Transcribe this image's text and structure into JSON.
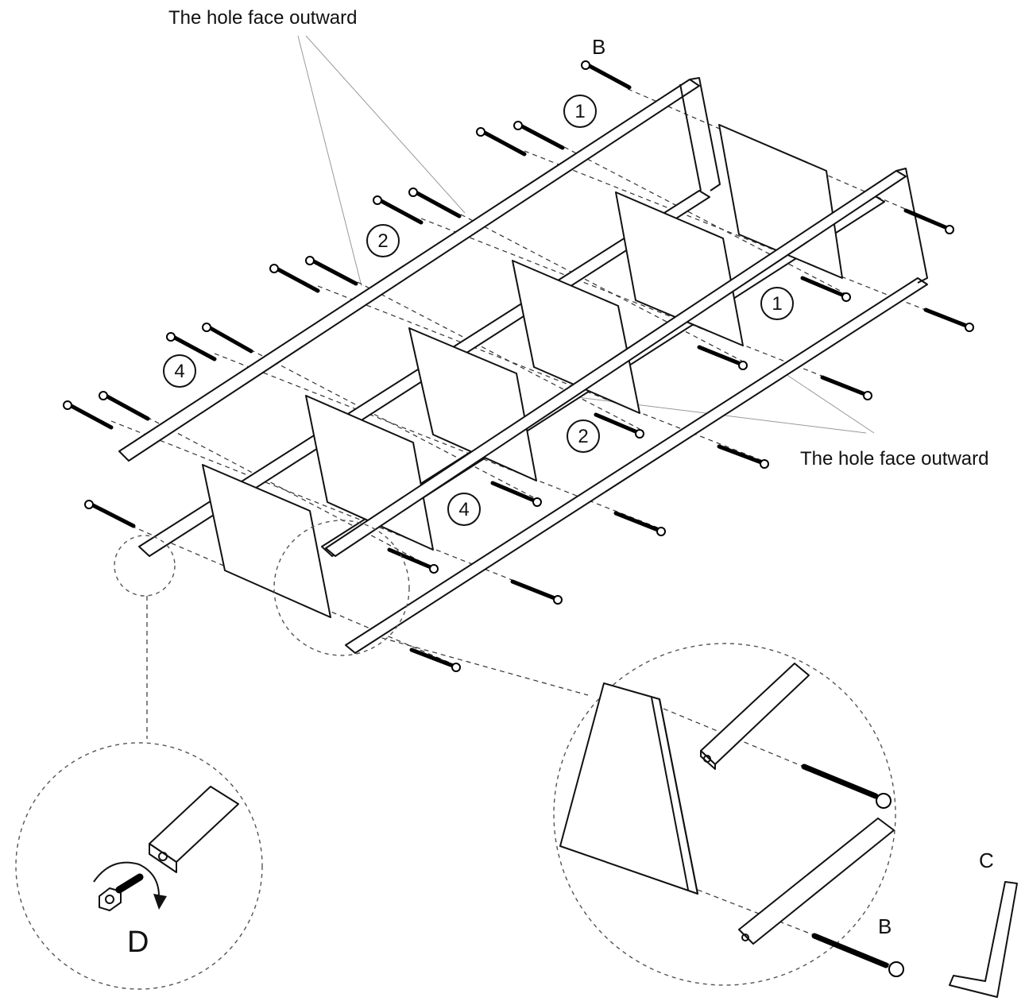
{
  "annotations": {
    "note_top": "The hole face outward",
    "note_right": "The hole face outward"
  },
  "parts": {
    "screw_top": "B",
    "screw_detail": "B",
    "allen_key": "C",
    "foot_cap": "D"
  },
  "callouts": {
    "rail_1_top": "1",
    "rail_1_right": "1",
    "rail_2_left": "2",
    "rail_2_right": "2",
    "rail_4_left": "4",
    "rail_4_right": "4"
  }
}
